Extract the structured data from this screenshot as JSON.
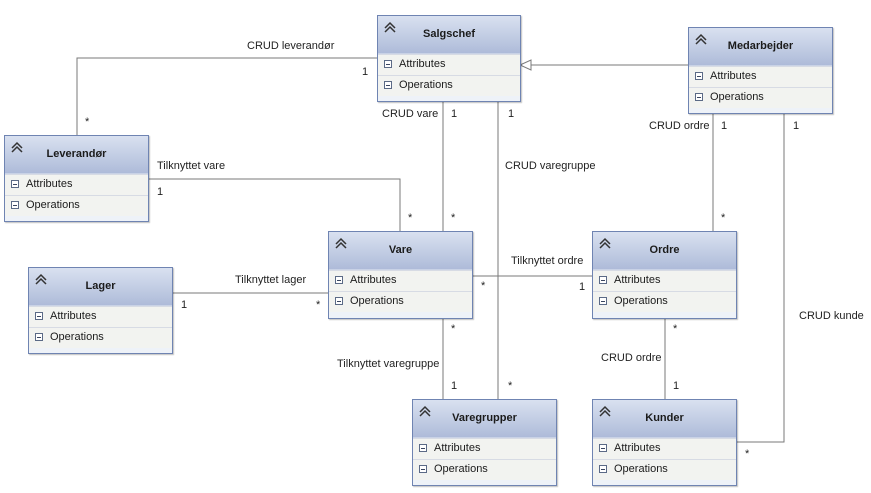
{
  "section_labels": {
    "attributes": "Attributes",
    "operations": "Operations"
  },
  "classes": {
    "salgschef": "Salgschef",
    "medarbejder": "Medarbejder",
    "leverandor": "Leverandør",
    "lager": "Lager",
    "vare": "Vare",
    "ordre": "Ordre",
    "varegrupper": "Varegrupper",
    "kunder": "Kunder"
  },
  "associations": {
    "crud_leverandor": "CRUD leverandør",
    "crud_vare": "CRUD vare",
    "crud_varegruppe": "CRUD varegruppe",
    "crud_ordre_top": "CRUD ordre",
    "crud_ordre_bottom": "CRUD ordre",
    "crud_kunde": "CRUD kunde",
    "tilknyttet_vare": "Tilknyttet vare",
    "tilknyttet_lager": "Tilknyttet lager",
    "tilknyttet_ordre": "Tilknyttet ordre",
    "tilknyttet_varegruppe": "Tilknyttet varegruppe"
  },
  "multiplicities": {
    "salgschef_leverandor_1": "1",
    "leverandor_star": "*",
    "leverandor_vare_1": "1",
    "vare_from_leverandor_star": "*",
    "salgschef_vare_1": "1",
    "vare_from_salgschef_star": "*",
    "salgschef_varegruppe_1": "1",
    "varegrupper_from_salgschef_star": "*",
    "medarbejder_ordre_1": "1",
    "ordre_from_medarbejder_star": "*",
    "medarbejder_kunde_1": "1",
    "kunder_from_medarbejder_star": "*",
    "lager_1": "1",
    "vare_from_lager_star": "*",
    "vare_ordre_star": "*",
    "ordre_from_vare_1": "1",
    "vare_varegruppe_star": "*",
    "varegrupper_from_vare_1": "1",
    "ordre_kunde_star": "*",
    "kunder_from_ordre_1": "1"
  }
}
